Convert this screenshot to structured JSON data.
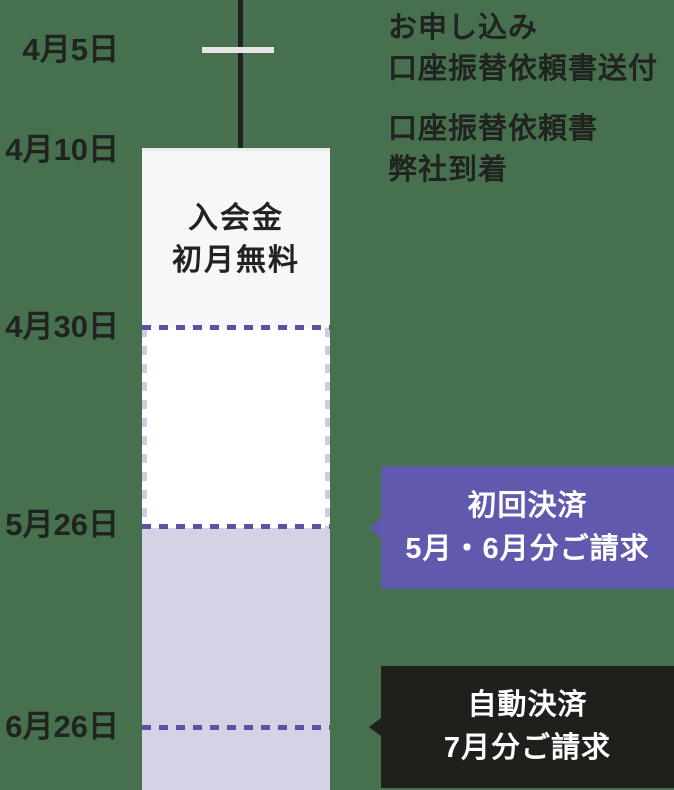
{
  "colors": {
    "bg": "#47704f",
    "ink": "#20231f",
    "tick": "#e4e5e4",
    "bar-free": "#f7f7f8",
    "bar-free-edge": "#e9eae9",
    "bar-pending": "#ffffff",
    "bar-billed": "#d5d2e5",
    "dash-purple": "#5b52a8",
    "dash-lavender": "#cfccdf",
    "callout-purple": "#6159ae",
    "callout-black": "#1e211b",
    "text-white": "#ffffff"
  },
  "timeline": {
    "dates": [
      {
        "label": "4月5日"
      },
      {
        "label": "4月10日"
      },
      {
        "label": "4月30日"
      },
      {
        "label": "5月26日"
      },
      {
        "label": "6月26日"
      }
    ]
  },
  "bar": {
    "line1": "入会金",
    "line2": "初月無料"
  },
  "notes": {
    "application": {
      "line1": "お申し込み",
      "line2": "口座振替依頼書送付"
    },
    "arrival": {
      "line1": "口座振替依頼書",
      "line2": "弊社到着"
    }
  },
  "callouts": {
    "first_payment": {
      "line1": "初回決済",
      "line2": "5月・6月分ご請求"
    },
    "auto_payment": {
      "line1": "自動決済",
      "line2": "7月分ご請求"
    }
  }
}
